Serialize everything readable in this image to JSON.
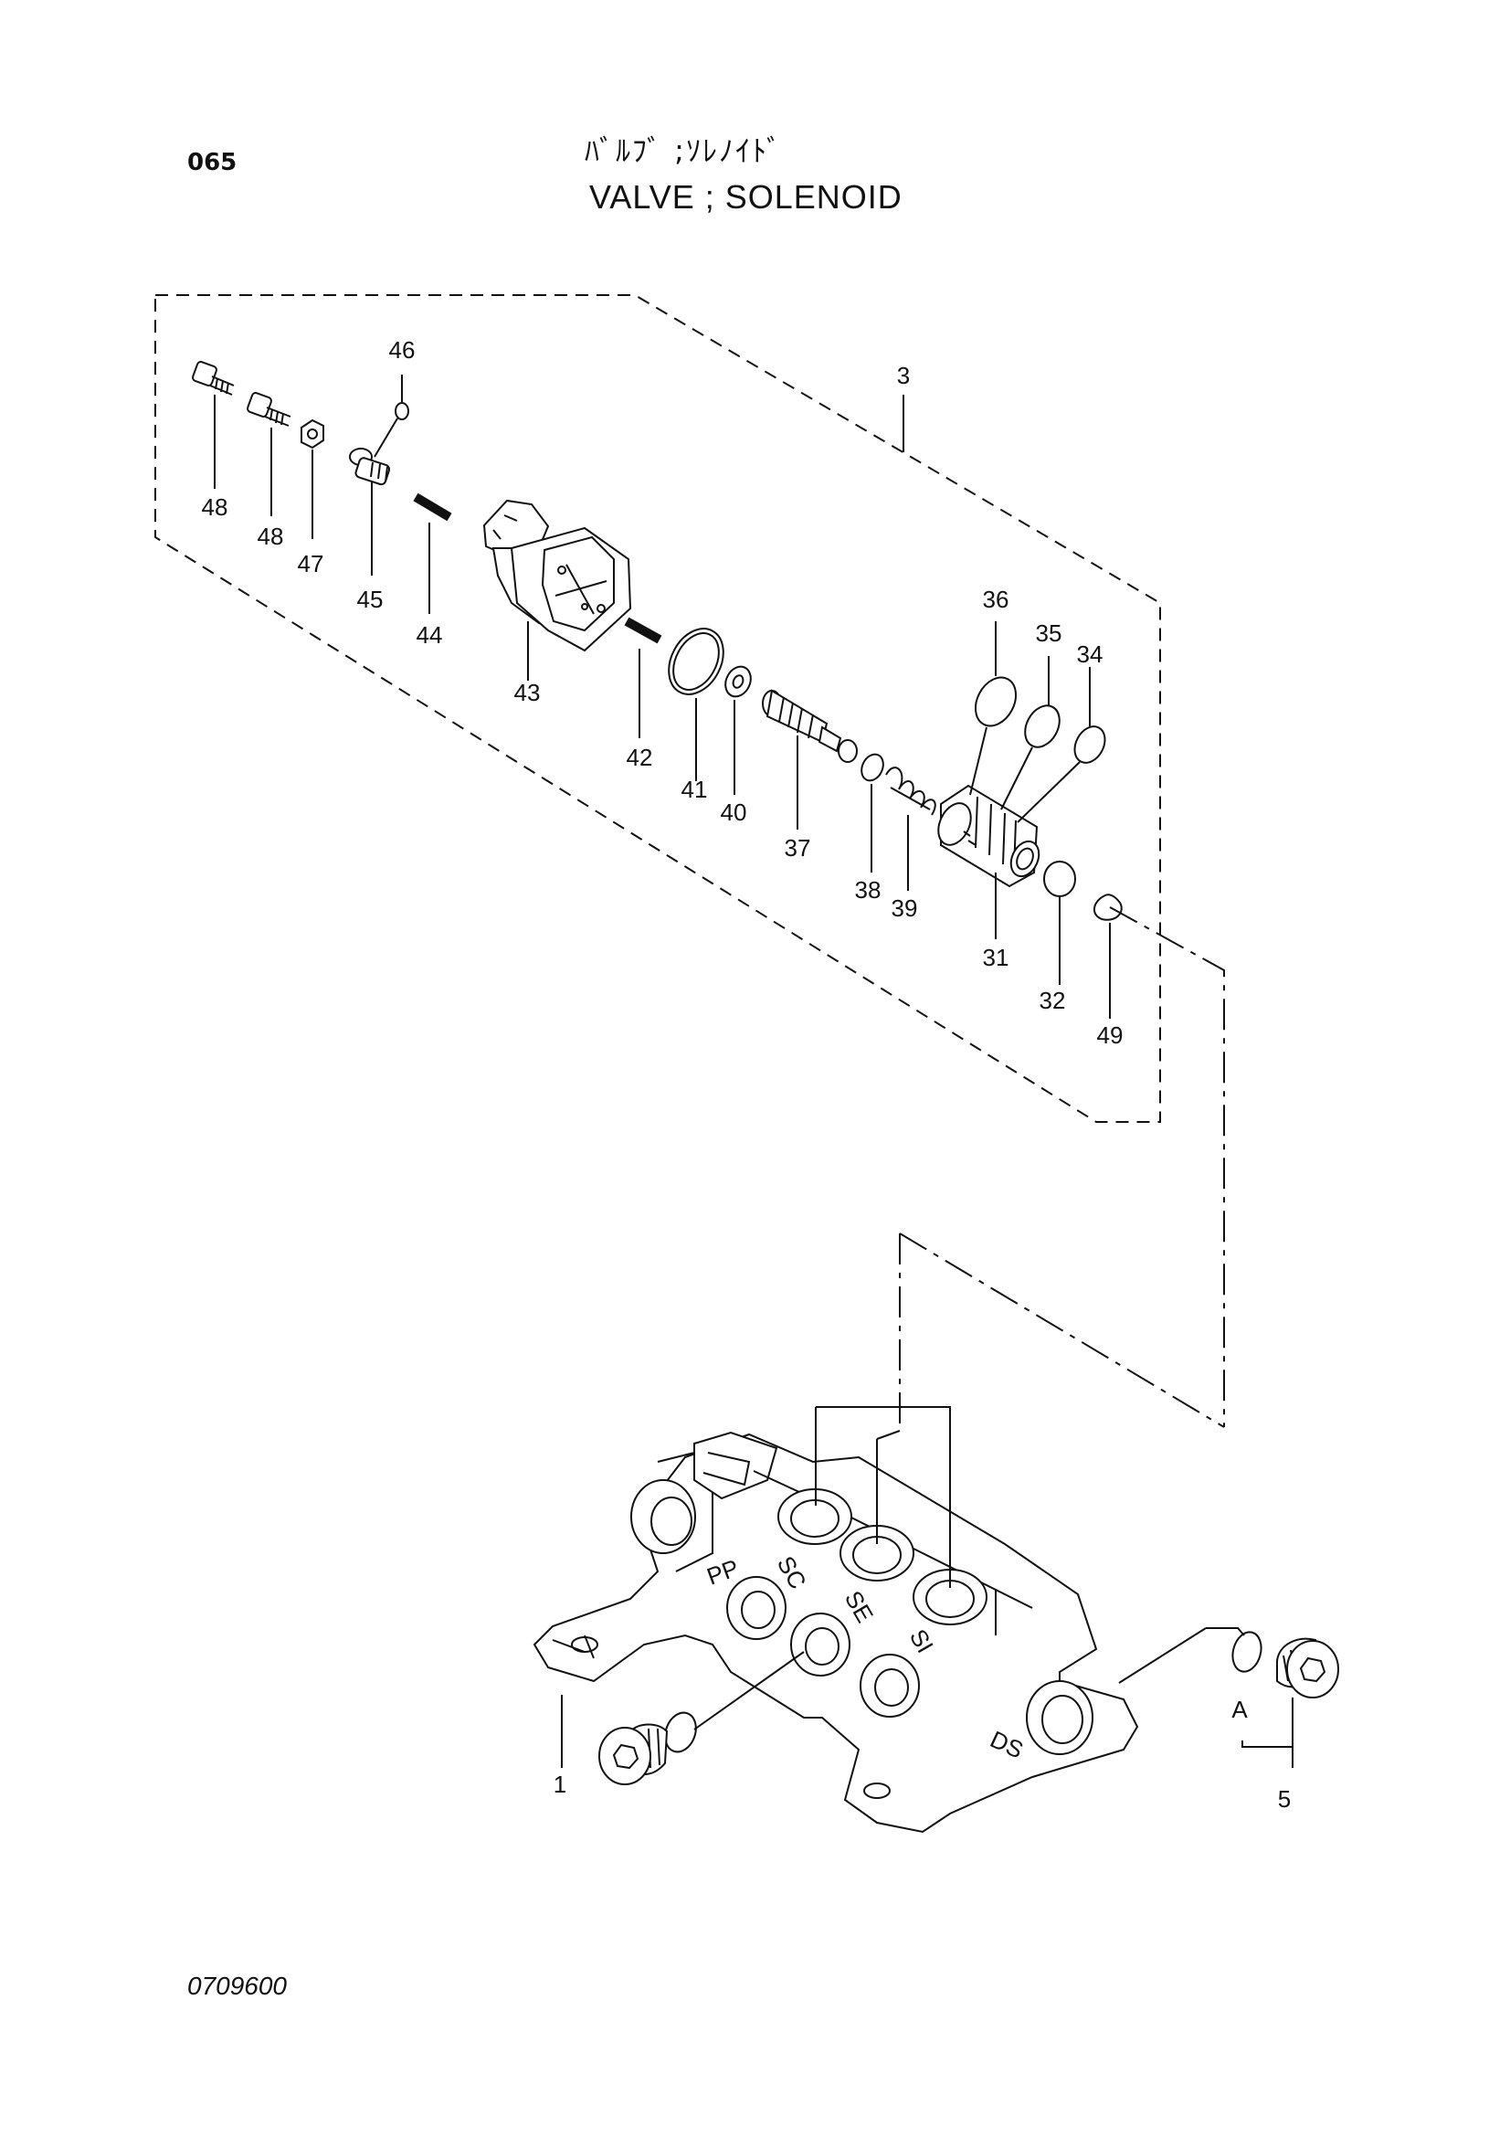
{
  "header": {
    "page_number": "065",
    "title_jp": "ﾊﾞﾙﾌﾞ ;ｿﾚﾉｲﾄﾞ",
    "title_en": "VALVE ; SOLENOID"
  },
  "footer": {
    "doc_code": "0709600"
  },
  "callouts": {
    "p1": "1",
    "p3": "3",
    "p5": "5",
    "pA": "A",
    "p31": "31",
    "p32": "32",
    "p34": "34",
    "p35": "35",
    "p36": "36",
    "p37": "37",
    "p38": "38",
    "p39": "39",
    "p40": "40",
    "p41": "41",
    "p42": "42",
    "p43": "43",
    "p44": "44",
    "p45": "45",
    "p46": "46",
    "p47": "47",
    "p48a": "48",
    "p48b": "48",
    "p49": "49"
  },
  "body_marks": {
    "pp": "PP",
    "sc": "SC",
    "se": "SE",
    "si": "SI",
    "ds": "DS"
  }
}
